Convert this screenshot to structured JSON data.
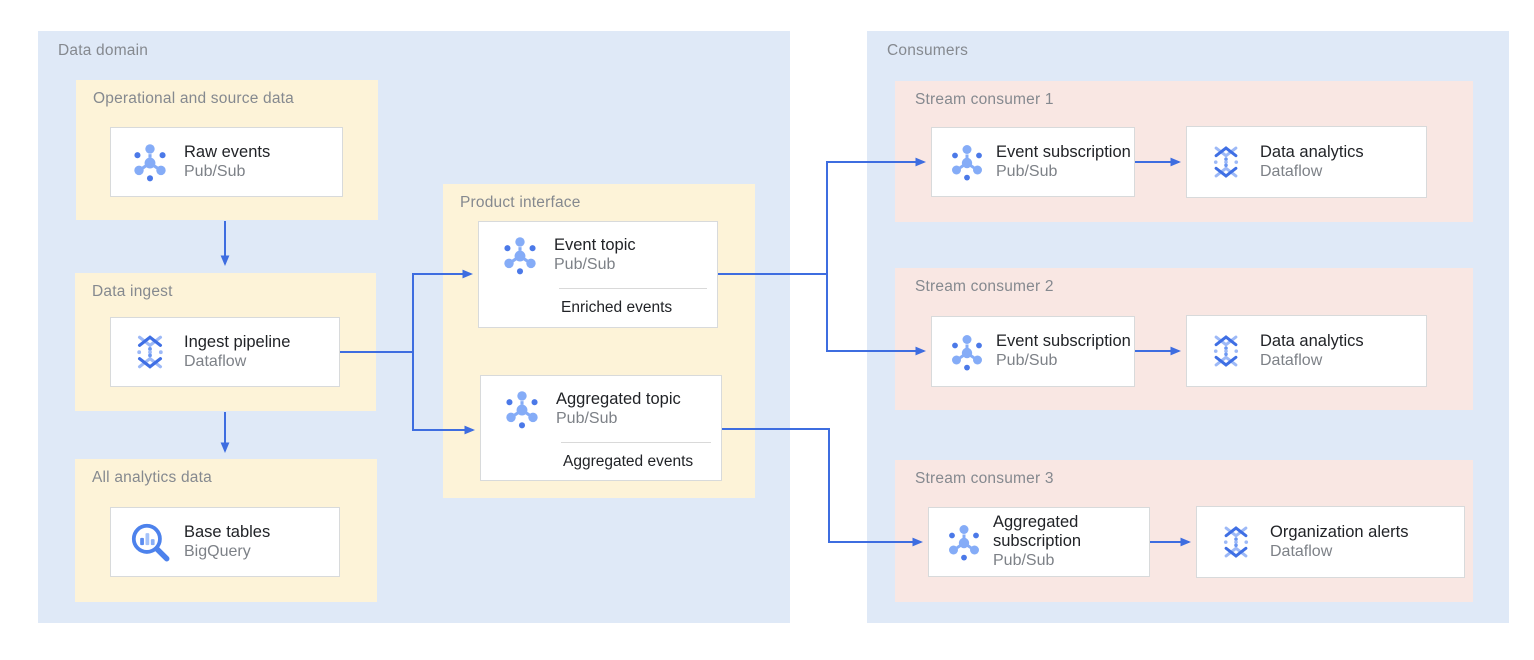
{
  "colors": {
    "canvas": "#ffffff",
    "domain-bg": "#dfe9f7",
    "zone-bg": "#fdf3d8",
    "consumer-bg": "#f9e7e3",
    "card-bg": "#ffffff",
    "card-border": "#d8dadb",
    "arrow": "#3e6de0",
    "title-gray": "#85898f",
    "text-dark": "#212327",
    "text-gray": "#7d8187",
    "icon-light": "#85acf7",
    "icon-dark": "#4b79e8",
    "icon-mid": "#6b97f2",
    "bigquery-stroke": "#4d82ec"
  },
  "icons": {
    "pubsub": "pubsub-icon",
    "dataflow": "dataflow-icon",
    "bigquery": "bigquery-icon"
  },
  "data_domain": {
    "title": "Data domain",
    "operational": {
      "title": "Operational and source data",
      "card": {
        "title": "Raw events",
        "subtitle": "Pub/Sub"
      }
    },
    "ingest": {
      "title": "Data ingest",
      "card": {
        "title": "Ingest pipeline",
        "subtitle": "Dataflow"
      }
    },
    "analytics": {
      "title": "All analytics data",
      "card": {
        "title": "Base tables",
        "subtitle": "BigQuery"
      }
    },
    "product_interface": {
      "title": "Product interface",
      "event_topic": {
        "title": "Event topic",
        "subtitle": "Pub/Sub",
        "label": "Enriched events"
      },
      "aggregated_topic": {
        "title": "Aggregated topic",
        "subtitle": "Pub/Sub",
        "label": "Aggregated events"
      }
    }
  },
  "consumers": {
    "title": "Consumers",
    "rows": [
      {
        "title": "Stream consumer 1",
        "source": {
          "title": "Event subscription",
          "subtitle": "Pub/Sub"
        },
        "sink": {
          "title": "Data analytics",
          "subtitle": "Dataflow"
        }
      },
      {
        "title": "Stream consumer 2",
        "source": {
          "title": "Event subscription",
          "subtitle": "Pub/Sub"
        },
        "sink": {
          "title": "Data analytics",
          "subtitle": "Dataflow"
        }
      },
      {
        "title": "Stream consumer 3",
        "source": {
          "title": "Aggregated subscription",
          "subtitle": "Pub/Sub"
        },
        "sink": {
          "title": "Organization alerts",
          "subtitle": "Dataflow"
        }
      }
    ]
  }
}
